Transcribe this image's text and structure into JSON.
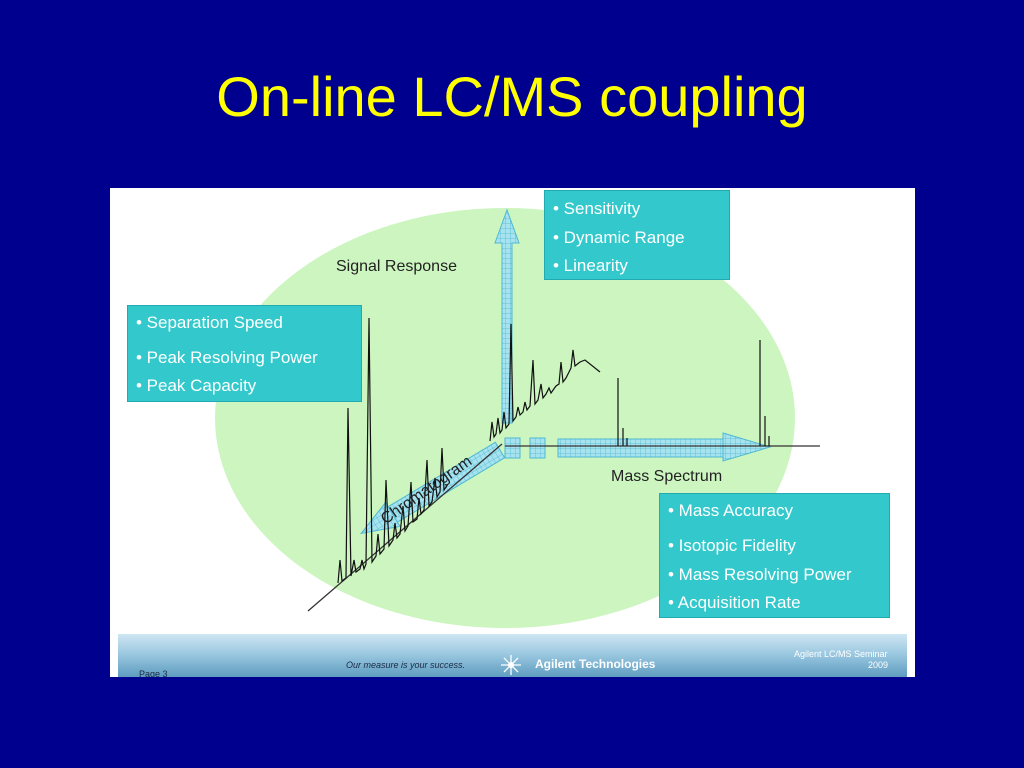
{
  "slide": {
    "title": "On-line LC/MS coupling"
  },
  "diagram": {
    "signal_response_label": "Signal Response",
    "mass_spectrum_label": "Mass Spectrum",
    "chromatogram_label": "Chromatogram",
    "callout_signal": [
      "• Sensitivity",
      "• Dynamic Range",
      "• Linearity"
    ],
    "callout_separation": [
      "• Separation Speed",
      "• Peak Resolving Power",
      "• Peak Capacity"
    ],
    "callout_mass": [
      "• Mass Accuracy",
      "• Isotopic Fidelity",
      "• Mass Resolving Power",
      "• Acquisition Rate"
    ]
  },
  "footer": {
    "page": "Page 3",
    "tagline": "Our measure is your success.",
    "company": "Agilent Technologies",
    "seminar_line1": "Agilent  LC/MS Seminar",
    "seminar_line2": "2009"
  },
  "colors": {
    "background": "#00008f",
    "title": "#ffff00",
    "ellipse": "#ccf5c0",
    "callout": "#33c9cc",
    "arrow": "#7fd3e6"
  }
}
